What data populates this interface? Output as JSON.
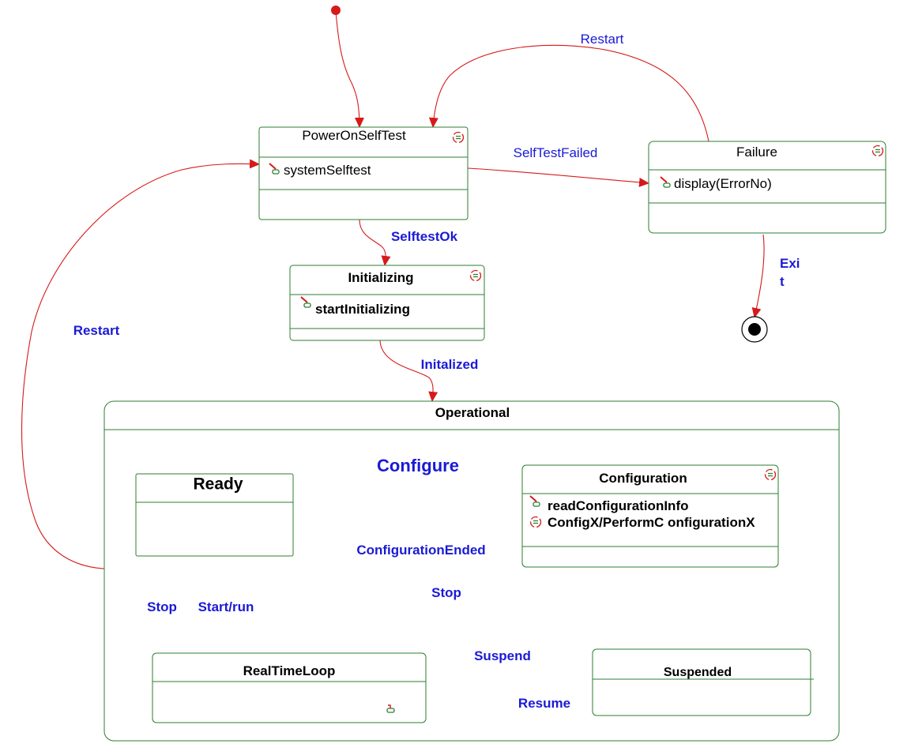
{
  "colors": {
    "state_border": "#2e7d32",
    "transition": "#d61a1a",
    "label": "#1a1ad6",
    "text": "#000000"
  },
  "states": {
    "power_on_self_test": {
      "name": "PowerOnSelfTest",
      "action": "systemSelftest"
    },
    "failure": {
      "name": "Failure",
      "action": "display(ErrorNo)"
    },
    "initializing": {
      "name": "Initializing",
      "action": "startInitializing"
    },
    "operational": {
      "name": "Operational"
    },
    "ready": {
      "name": "Ready"
    },
    "configuration": {
      "name": "Configuration",
      "action_1": "readConfigurationInfo",
      "action_2": "ConfigX/PerformC onfigurationX"
    },
    "real_time_loop": {
      "name": "RealTimeLoop"
    },
    "suspended": {
      "name": "Suspended"
    }
  },
  "transitions": {
    "restart_failure": "Restart",
    "self_test_failed": "SelfTestFailed",
    "selftest_ok": "SelftestOk",
    "exit_line1": "Exi",
    "exit_line2": "t",
    "restart_operational": "Restart",
    "initalized": "Initalized",
    "configure": "Configure",
    "configuration_ended": "ConfigurationEnded",
    "stop_suspended": "Stop",
    "stop_realtime": "Stop",
    "start_run": "Start/run",
    "suspend": "Suspend",
    "resume": "Resume"
  },
  "icons": {
    "state_icon": "cycle-state-icon",
    "entry_action_icon": "entry-action-icon",
    "do_activity_icon": "do-activity-icon",
    "submachine_icon": "submachine-icon"
  }
}
